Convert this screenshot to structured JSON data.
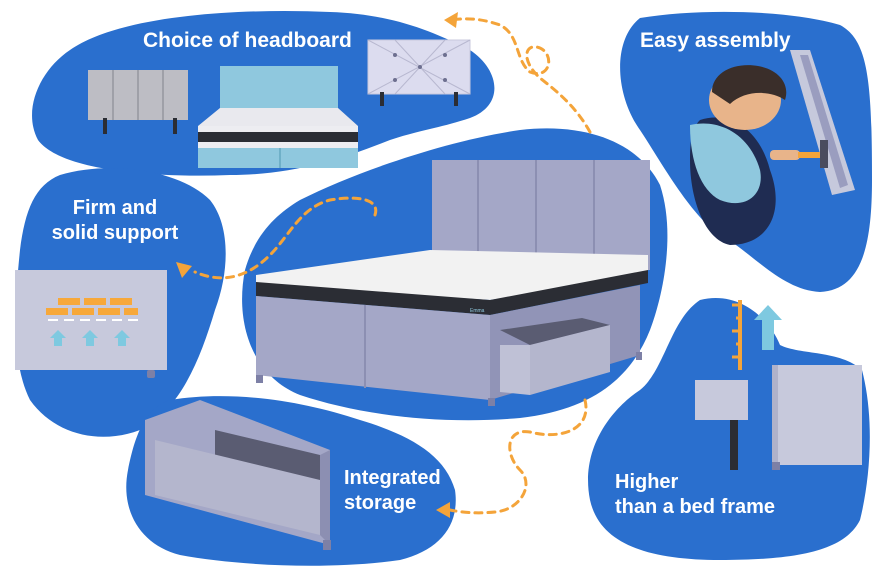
{
  "features": {
    "headboard": "Choice of headboard",
    "assembly": "Easy assembly",
    "support_line1": "Firm and",
    "support_line2": "solid support",
    "storage_line1": "Integrated",
    "storage_line2": "storage",
    "height_line1": "Higher",
    "height_line2": "than a bed frame"
  },
  "mattress_brand": "Emma",
  "colors": {
    "blob": "#2a6fce",
    "bed_grey": "#a4a7c7",
    "bed_dark": "#7d80a6",
    "mattress_white": "#f2f2f2",
    "mattress_band": "#2b2d34",
    "arrow_orange": "#f4a43a",
    "arrow_up_teal": "#7ec9e0",
    "brick_orange": "#f7a83a",
    "headboard_blue": "#8fc8de"
  },
  "icons": [
    "dashed-arrow-icon",
    "up-arrow-icon",
    "ruler-icon",
    "screwdriver-icon"
  ]
}
